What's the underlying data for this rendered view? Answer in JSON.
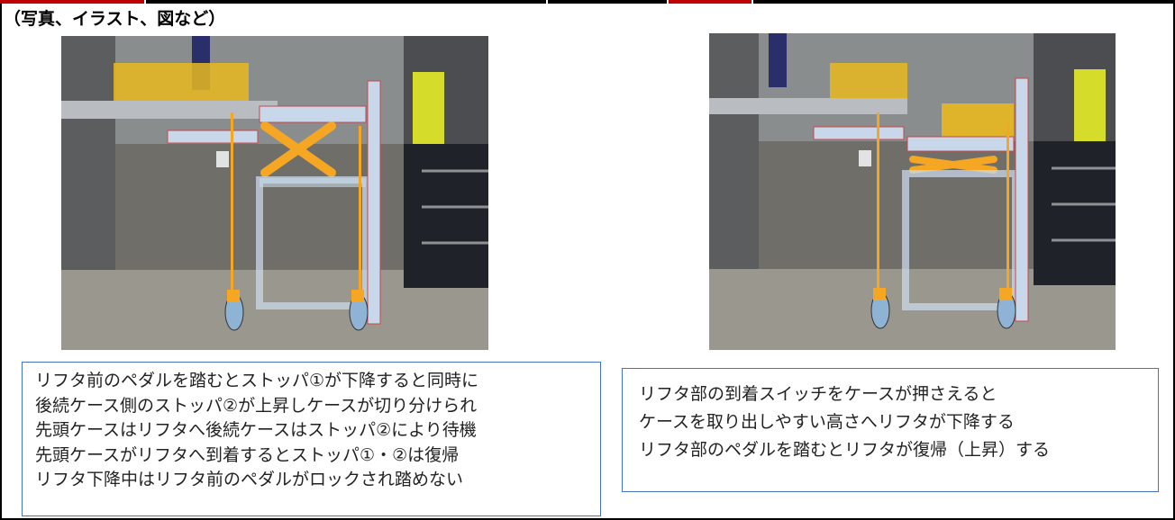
{
  "caption": "（写真、イラスト、図など）",
  "note_left": {
    "lines": [
      "リフタ前のペダルを踏むとストッパ①が下降すると同時に",
      "後続ケース側のストッパ②が上昇しケースが切り分けられ",
      "先頭ケースはリフタへ後続ケースはストッパ②により待機",
      "先頭ケースがリフタへ到着するとストッパ①・②は復帰",
      "リフタ下降中はリフタ前のペダルがロックされ踏めない"
    ]
  },
  "note_right": {
    "lines": [
      "リフタ部の到着スイッチをケースが押さえると",
      "ケースを取り出しやすい高さへリフタが下降する",
      "リフタ部のペダルを踏むとリフタが復帰（上昇）する"
    ]
  },
  "photos": [
    {
      "name": "lifter-raised-photo",
      "state": "raised"
    },
    {
      "name": "lifter-lowered-photo",
      "state": "lowered"
    }
  ],
  "colors": {
    "frame": "#000000",
    "top_accent": "#c00000",
    "note_border": "#4472c4",
    "highlight_orange": "#f5a623",
    "case_yellow": "#e8b820",
    "frame_overlay": "#c8d8ea"
  }
}
